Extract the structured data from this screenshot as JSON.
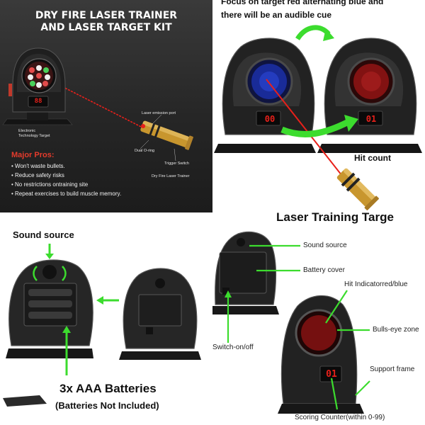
{
  "panel1": {
    "title_line1": "DRY FIRE LASER TRAINER",
    "title_line2": "AND LASER TARGET KIT",
    "counter_display": "88",
    "label_electronic": "Electronic",
    "label_technology": "Technology Target",
    "label_emission": "Laser emission port",
    "label_oring": "Dual O-ring",
    "label_trigger": "Trigger Switch",
    "label_trainer": "Dry Fire Laser Trainer",
    "pros_title": "Major Pros:",
    "pros": [
      "Won't waste bullets.",
      "Reduce safety risks",
      "No restrictions ontraining site",
      "Repeat exercises to build muscle memory."
    ]
  },
  "panel2": {
    "caption_line1": "Focus on target red alternating blue and",
    "caption_line2": "there will be an audible cue",
    "display_left": "00",
    "display_right": "01",
    "hit_count": "Hit count",
    "title": "Laser Training Targe"
  },
  "panel3": {
    "sound_source": "Sound source",
    "batteries": "3x AAA Batteries",
    "not_included": "(Batteries Not Included)"
  },
  "panel4": {
    "sound_source": "Sound source",
    "battery_cover": "Battery cover",
    "switch": "Switch-on/off",
    "hit_indicator": "Hit Indicatorred/blue",
    "bullseye": "Bulls-eye zone",
    "support_frame": "Support frame",
    "scoring": "Scoring Counter(within 0-99)",
    "display": "01"
  },
  "colors": {
    "laser_red": "#e8201a",
    "arrow_green": "#3cdc2e",
    "pros_red": "#e53b2c",
    "target_blue": "#1b2fa8",
    "target_red": "#8c1414",
    "brass": "#c8962e"
  }
}
